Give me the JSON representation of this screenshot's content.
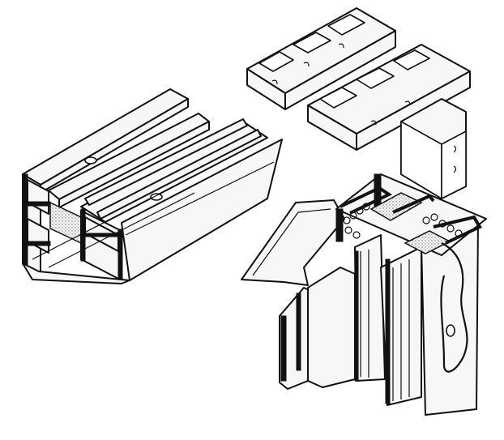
{
  "figure": {
    "background": "#ffffff",
    "line_color": "#111111",
    "fill_color": "#f7f7f7",
    "insulation_color": "#cfcfcf",
    "parts": [
      {
        "id": "thermal-break-profile",
        "icon": "profile-section"
      },
      {
        "id": "corner-cleat",
        "icon": "corner-bracket"
      },
      {
        "id": "corner-joint",
        "icon": "mitered-corner"
      }
    ]
  }
}
